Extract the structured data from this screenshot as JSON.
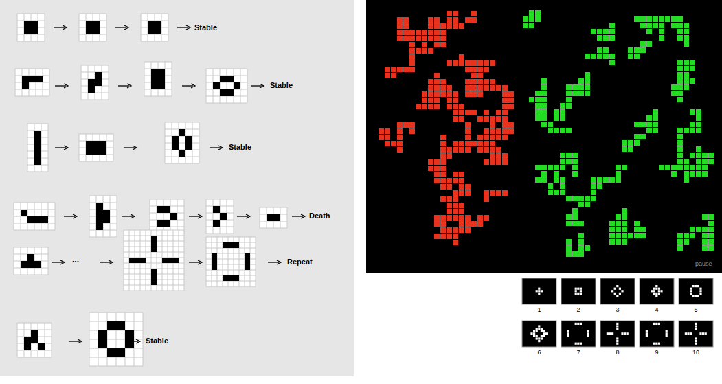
{
  "diagram": {
    "labels": [
      "Stable",
      "Stable",
      "Stable",
      "Death",
      "...",
      "Repeat",
      "Stable",
      "pause",
      "1",
      "2",
      "3",
      "4",
      "5",
      "6",
      "7",
      "8",
      "9",
      "10"
    ]
  }
}
